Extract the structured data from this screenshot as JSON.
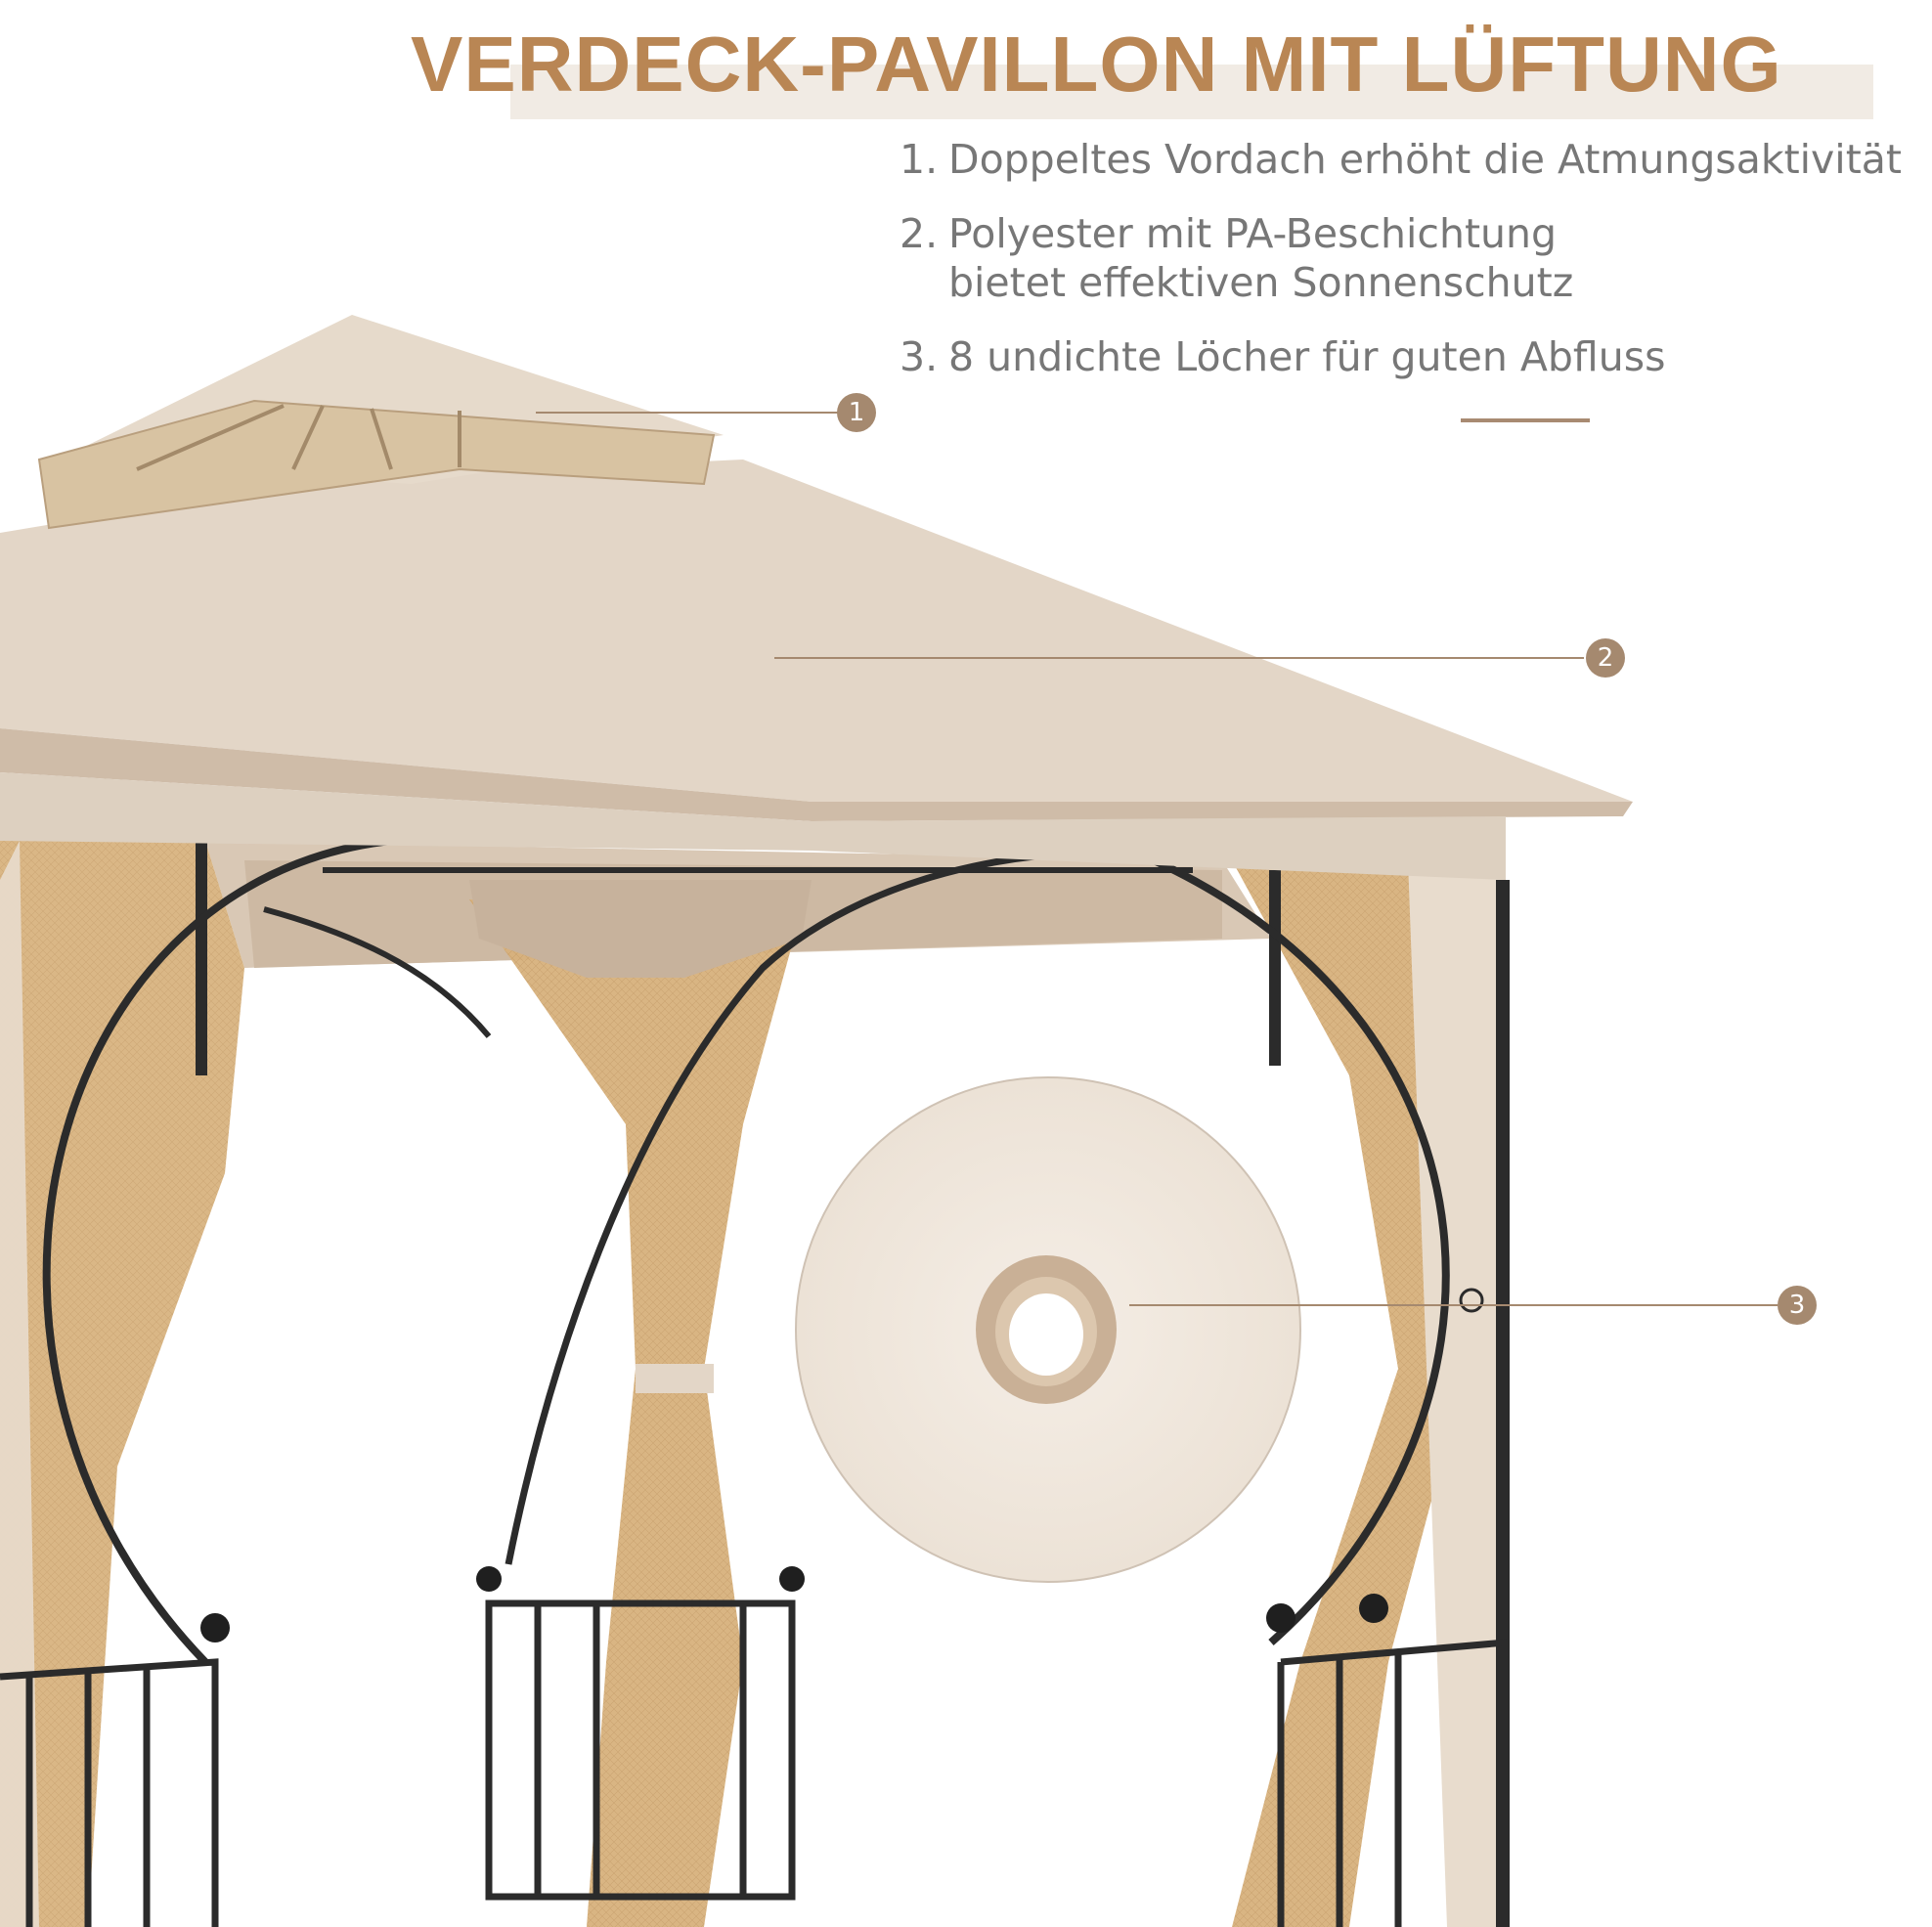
{
  "title": "VERDECK-PAVILLON MIT LÜFTUNG",
  "features": [
    {
      "number": "1.",
      "line1": "Doppeltes Vordach erhöht die Atmungsaktivität",
      "line2": ""
    },
    {
      "number": "2.",
      "line1": "Polyester mit PA-Beschichtung",
      "line2": "bietet effektiven Sonnenschutz"
    },
    {
      "number": "3.",
      "line1": "8 undichte Löcher für guten Abfluss",
      "line2": ""
    }
  ],
  "callouts": [
    "1",
    "2",
    "3"
  ],
  "colors": {
    "title": "#b98654",
    "title_band": "#f1ebe4",
    "text": "#777777",
    "callout": "#a5896f",
    "canopy": "#e3d6c7",
    "mesh": "#d6b07a",
    "frame": "#2b2b2b"
  }
}
